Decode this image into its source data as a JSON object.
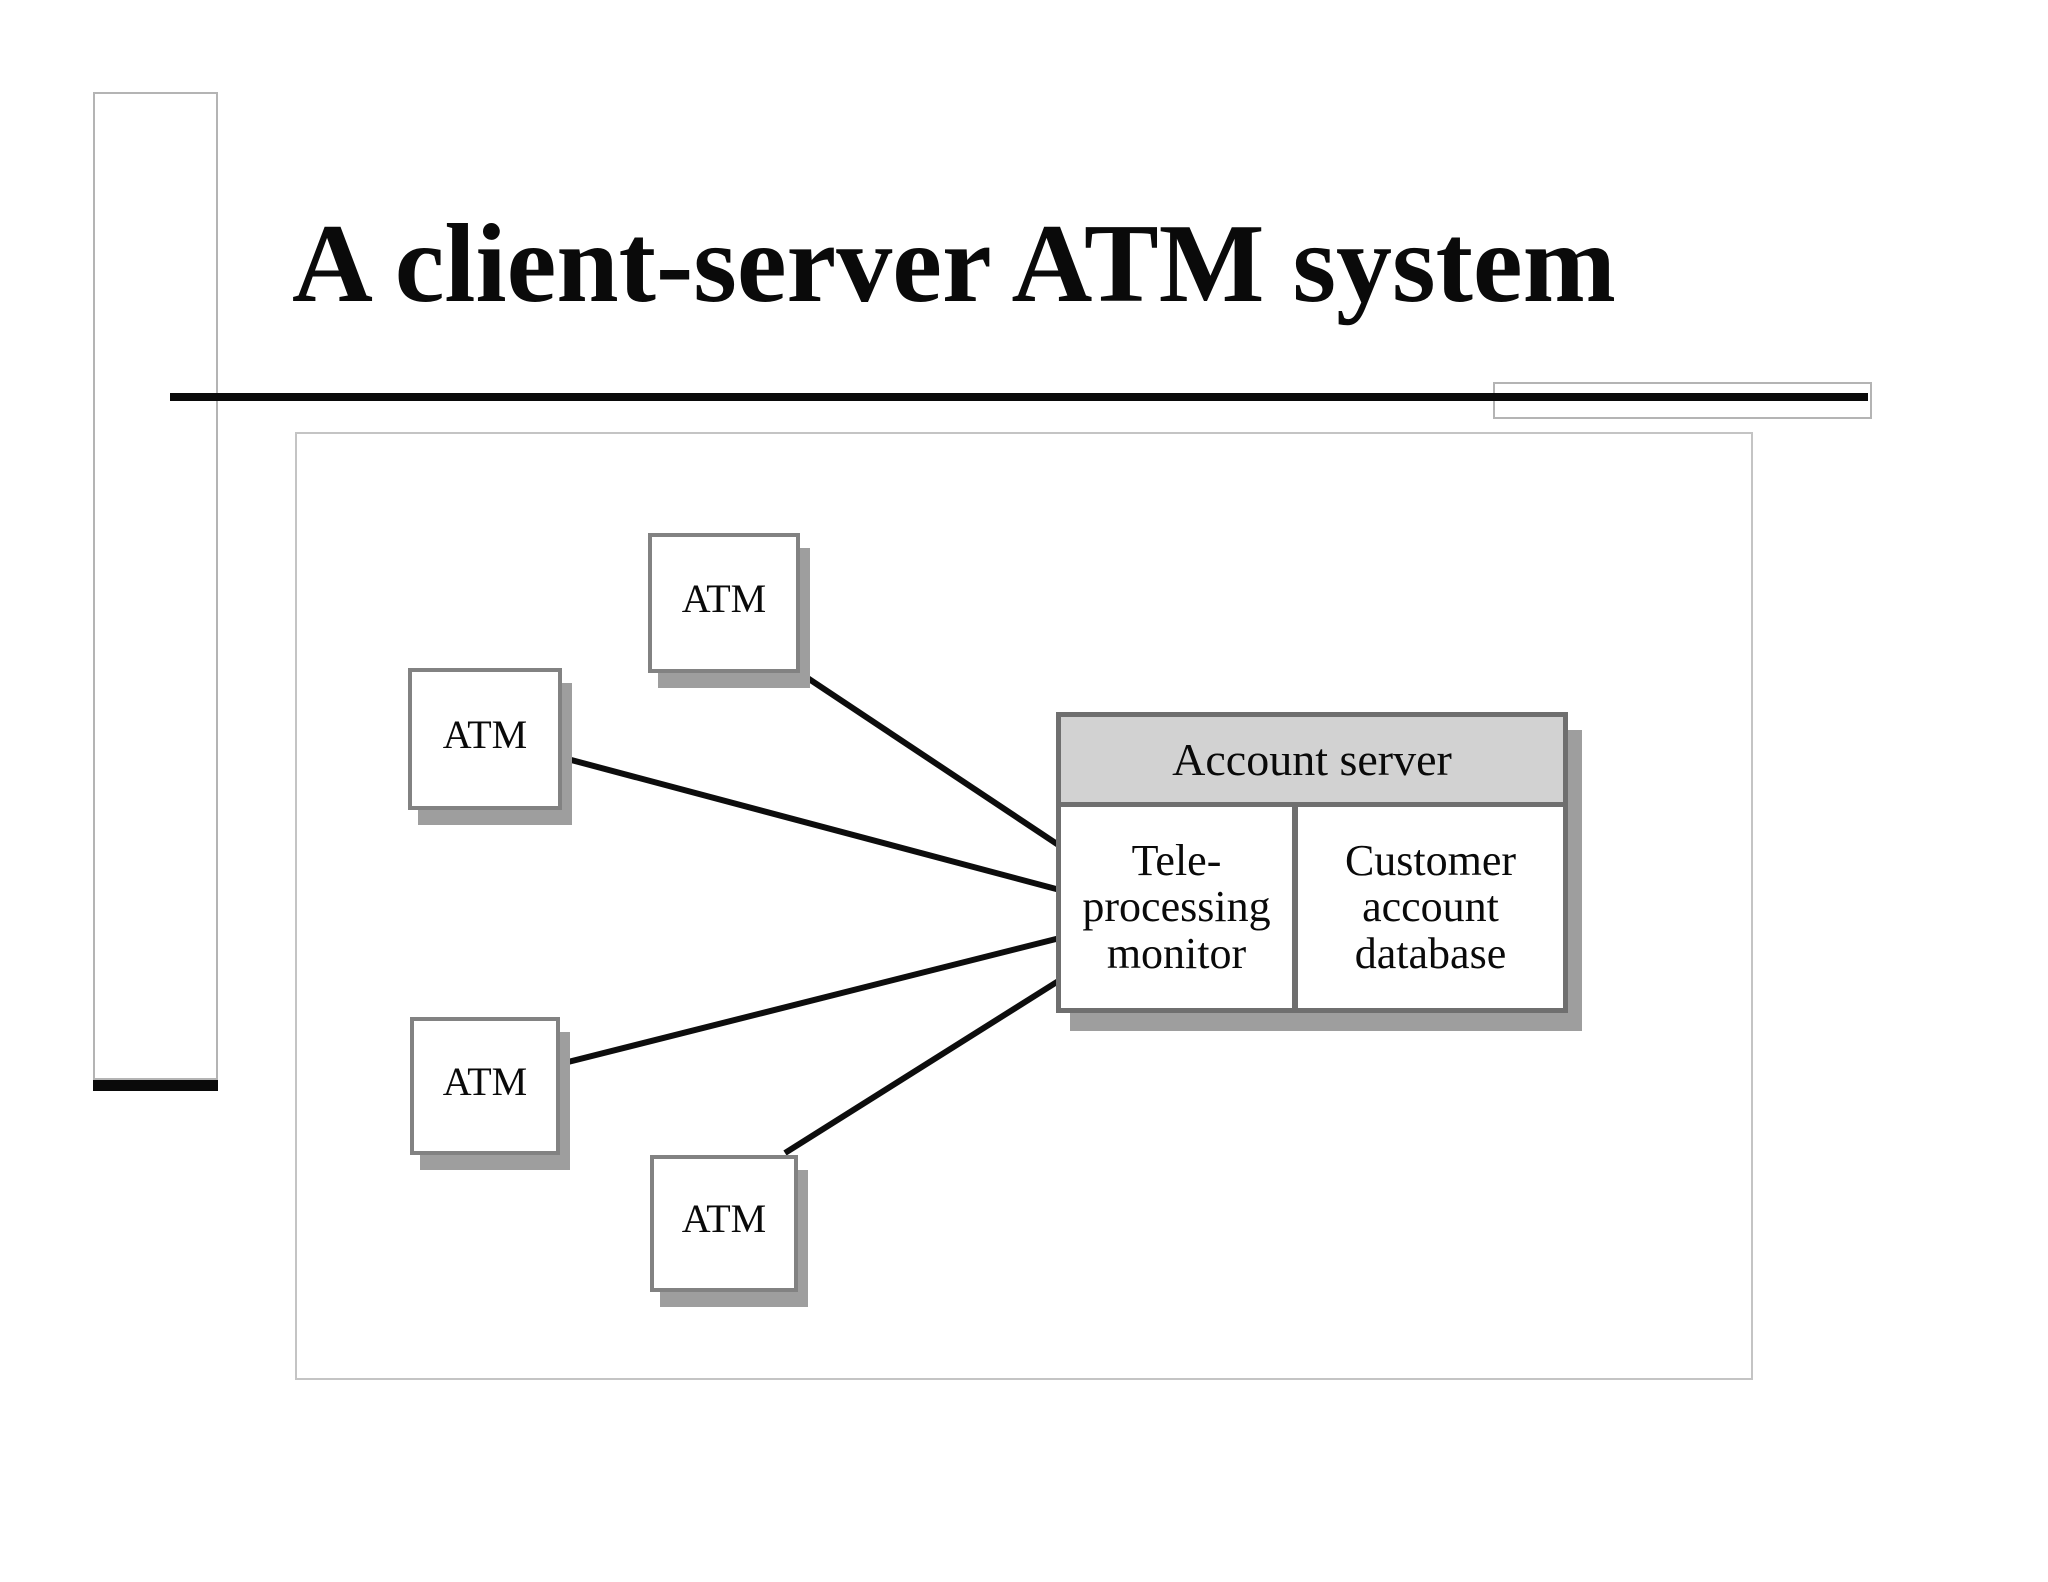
{
  "title": {
    "text": "A client-server ATM system"
  },
  "colors": {
    "line": "#0d0d0d",
    "node_border": "#828282",
    "server_border": "#6f6f6f",
    "shadow": "#9e9e9e",
    "header_fill": "#d2d2d2",
    "frame_border": "#c4c4c4",
    "thin_rect_border": "#b4b4b4"
  },
  "diagram": {
    "atms": [
      {
        "id": "atm-1",
        "label": "ATM"
      },
      {
        "id": "atm-2",
        "label": "ATM"
      },
      {
        "id": "atm-3",
        "label": "ATM"
      },
      {
        "id": "atm-4",
        "label": "ATM"
      }
    ],
    "account_server": {
      "header": "Account server",
      "components": [
        {
          "name": "teleprocessing-monitor",
          "lines": [
            "Tele-",
            "processing",
            "monitor"
          ]
        },
        {
          "name": "customer-account-database",
          "lines": [
            "Customer",
            "account",
            "database"
          ]
        }
      ]
    },
    "connections": [
      {
        "from": "atm-1",
        "to": "account-server"
      },
      {
        "from": "atm-2",
        "to": "account-server"
      },
      {
        "from": "atm-3",
        "to": "account-server"
      },
      {
        "from": "atm-4",
        "to": "account-server"
      }
    ]
  }
}
